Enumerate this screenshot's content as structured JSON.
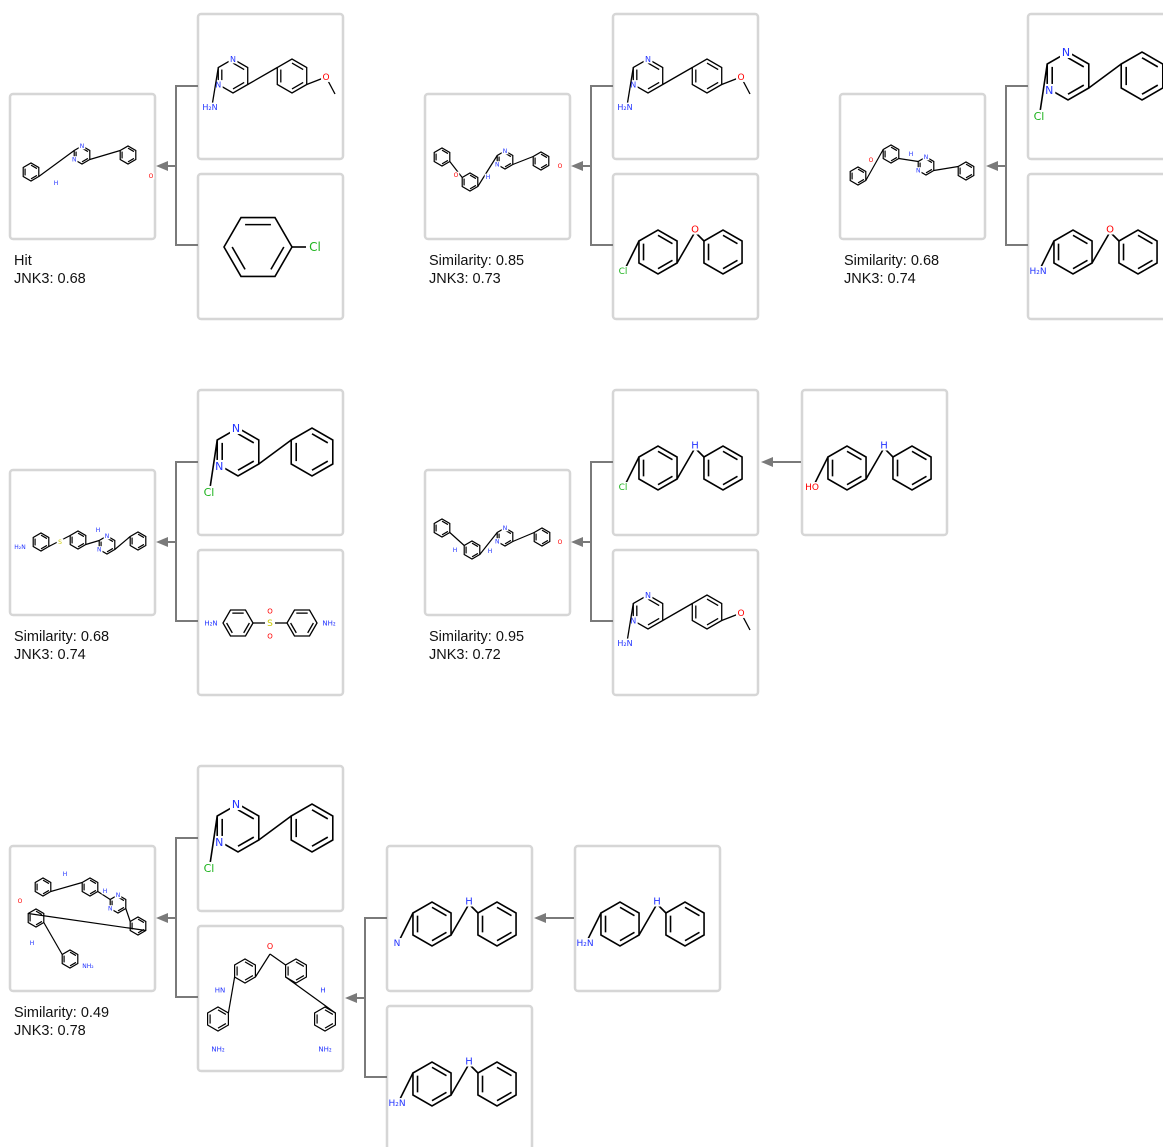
{
  "colors": {
    "box_border": "#d6d6d6",
    "connector": "#7a7a7a",
    "bond": "#000000",
    "nitrogen": "#2233ff",
    "oxygen": "#ff0000",
    "chlorine": "#1db31d",
    "sulfur": "#c8c800"
  },
  "atom_labels": {
    "N": "N",
    "NH": "H",
    "HN": "HN",
    "NH2": "NH₂",
    "H2N": "H₂N",
    "O": "O",
    "Cl": "Cl",
    "HO": "HO",
    "S": "S"
  },
  "results": [
    {
      "line1": "Hit",
      "line2": "JNK3: 0.68"
    },
    {
      "line1": "Similarity: 0.85",
      "line2": "JNK3: 0.73"
    },
    {
      "line1": "Similarity: 0.68",
      "line2": "JNK3: 0.74"
    },
    {
      "line1": "Similarity: 0.68",
      "line2": "JNK3: 0.74"
    },
    {
      "line1": "Similarity: 0.95",
      "line2": "JNK3: 0.72"
    },
    {
      "line1": "Similarity: 0.49",
      "line2": "JNK3: 0.78"
    }
  ]
}
